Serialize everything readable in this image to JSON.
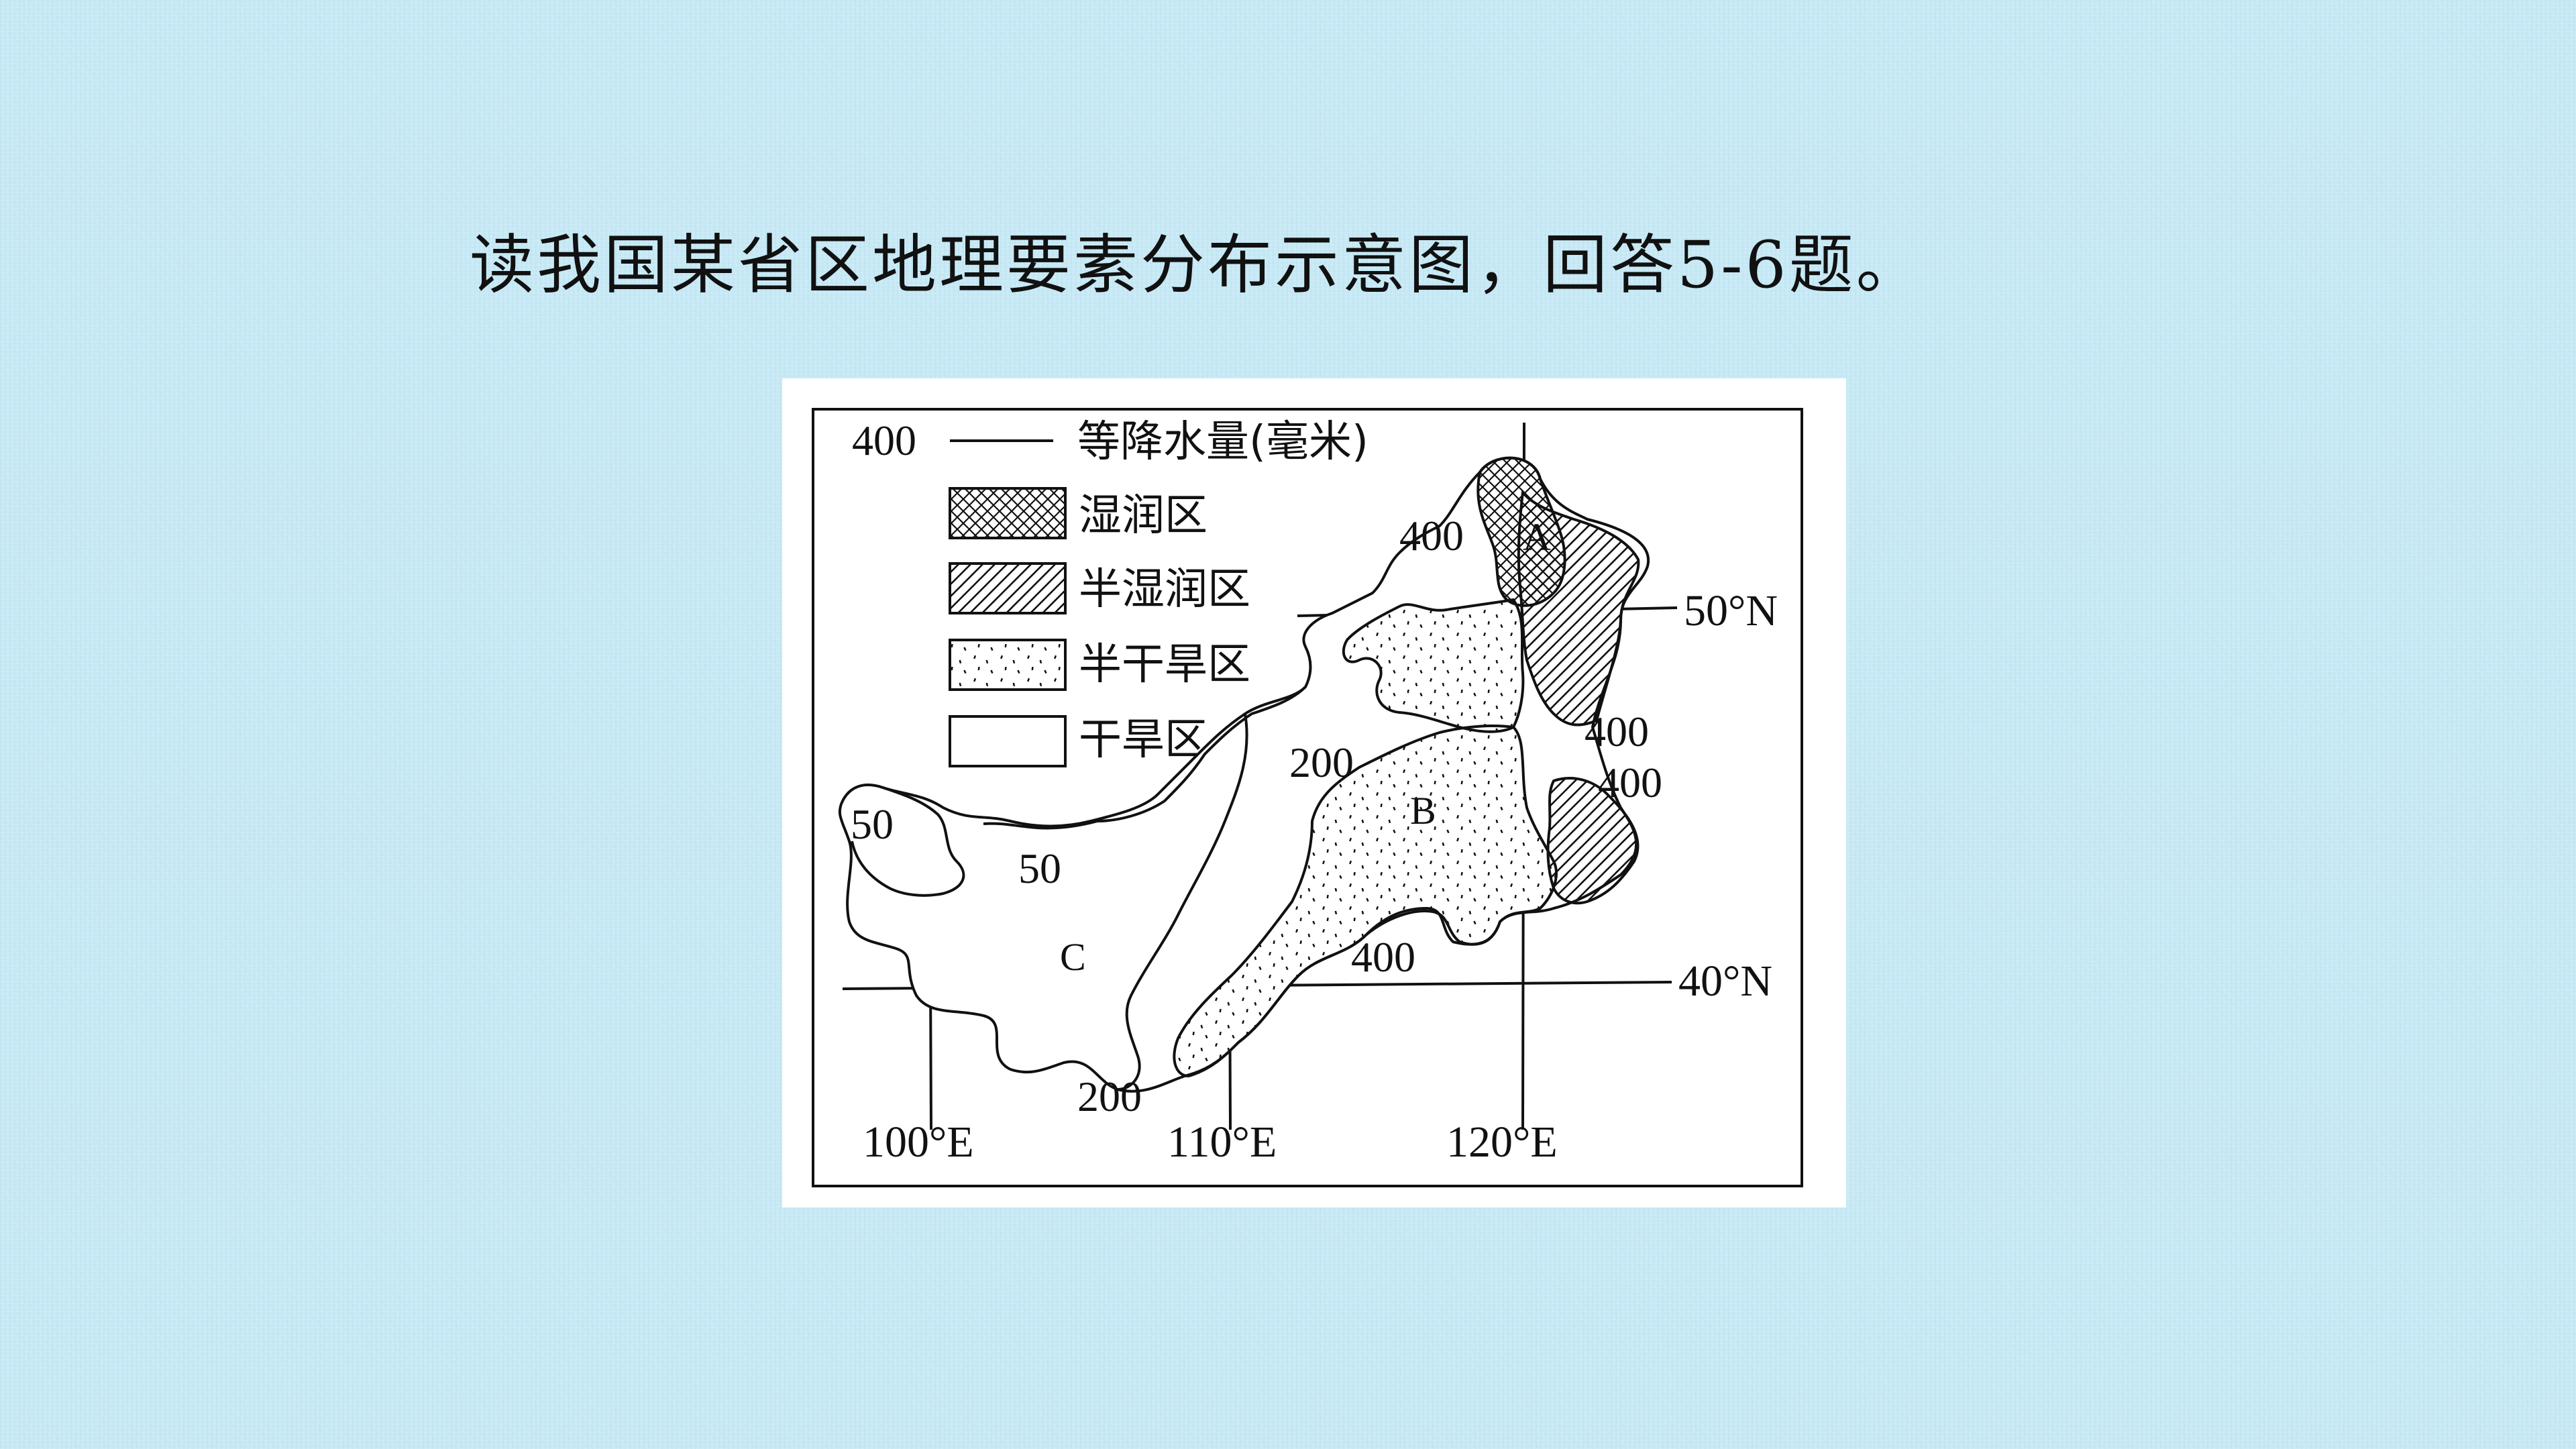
{
  "slide": {
    "question_text": "读我国某省区地理要素分布示意图，回答5-6题。"
  },
  "map": {
    "legend": {
      "isohyet_sample_value": "400",
      "isohyet_label": "等降水量(毫米)",
      "zones": [
        {
          "label": "湿润区",
          "pattern": "cross-hatch"
        },
        {
          "label": "半湿润区",
          "pattern": "diagonal-hatch"
        },
        {
          "label": "半干旱区",
          "pattern": "dots"
        },
        {
          "label": "干旱区",
          "pattern": "blank"
        }
      ]
    },
    "latitudes": [
      "50°N",
      "40°N"
    ],
    "longitudes": [
      "100°E",
      "110°E",
      "120°E"
    ],
    "point_labels": [
      "A",
      "B",
      "C"
    ],
    "isohyet_labels": {
      "a400_north": "400",
      "a400_east_upper": "400",
      "a400_east_lower": "400",
      "a400_south": "400",
      "a200_north": "200",
      "a200_south": "200",
      "a50_west": "50",
      "a50_mid": "50"
    },
    "colors": {
      "background": "#c6e9f5",
      "panel": "#ffffff",
      "ink": "#111111"
    }
  }
}
